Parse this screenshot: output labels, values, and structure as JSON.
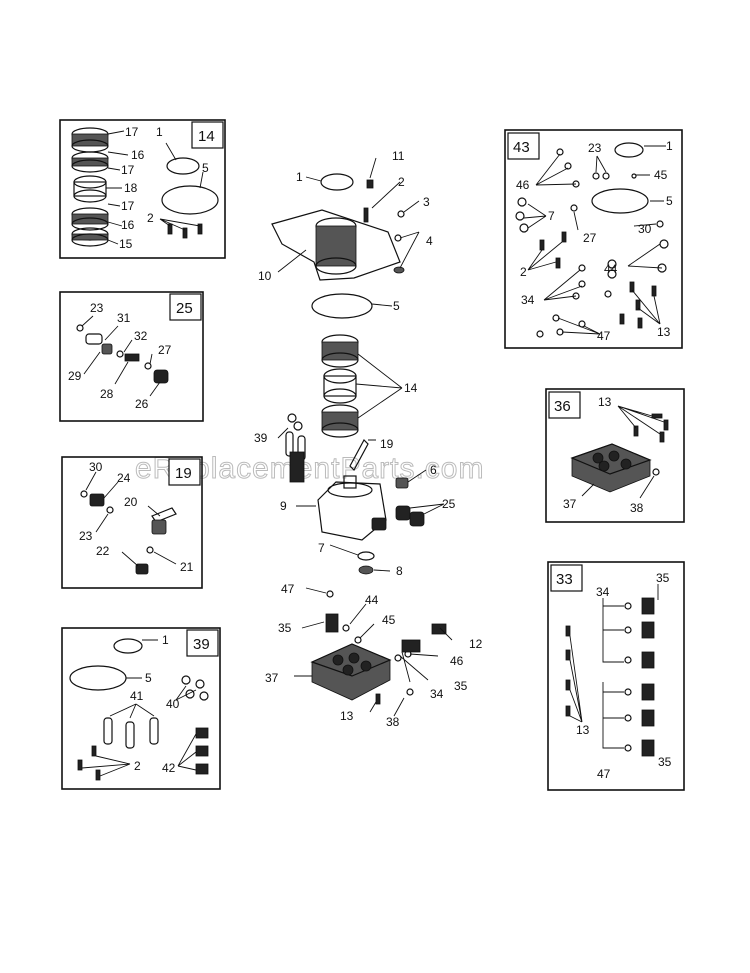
{
  "watermark": "eReplacementParts.com",
  "boxes": [
    {
      "id": "14",
      "tag": "14",
      "labels": [
        "17",
        "16",
        "17",
        "18",
        "17",
        "16",
        "15",
        "1",
        "5",
        "2"
      ]
    },
    {
      "id": "25",
      "tag": "25",
      "labels": [
        "23",
        "31",
        "32",
        "27",
        "29",
        "28",
        "26"
      ]
    },
    {
      "id": "19",
      "tag": "19",
      "labels": [
        "30",
        "24",
        "23",
        "20",
        "22",
        "21"
      ]
    },
    {
      "id": "39",
      "tag": "39",
      "labels": [
        "1",
        "5",
        "41",
        "40",
        "2",
        "42"
      ]
    },
    {
      "id": "43",
      "tag": "43",
      "labels": [
        "23",
        "1",
        "46",
        "45",
        "5",
        "7",
        "27",
        "30",
        "2",
        "44",
        "34",
        "13",
        "47"
      ]
    },
    {
      "id": "36",
      "tag": "36",
      "labels": [
        "13",
        "37",
        "38"
      ]
    },
    {
      "id": "33",
      "tag": "33",
      "labels": [
        "34",
        "35",
        "13",
        "47",
        "35"
      ]
    }
  ],
  "main_labels": [
    "1",
    "11",
    "2",
    "3",
    "4",
    "10",
    "5",
    "14",
    "39",
    "19",
    "6",
    "9",
    "25",
    "7",
    "8",
    "47",
    "44",
    "35",
    "45",
    "12",
    "46",
    "37",
    "35",
    "34",
    "13",
    "38"
  ]
}
